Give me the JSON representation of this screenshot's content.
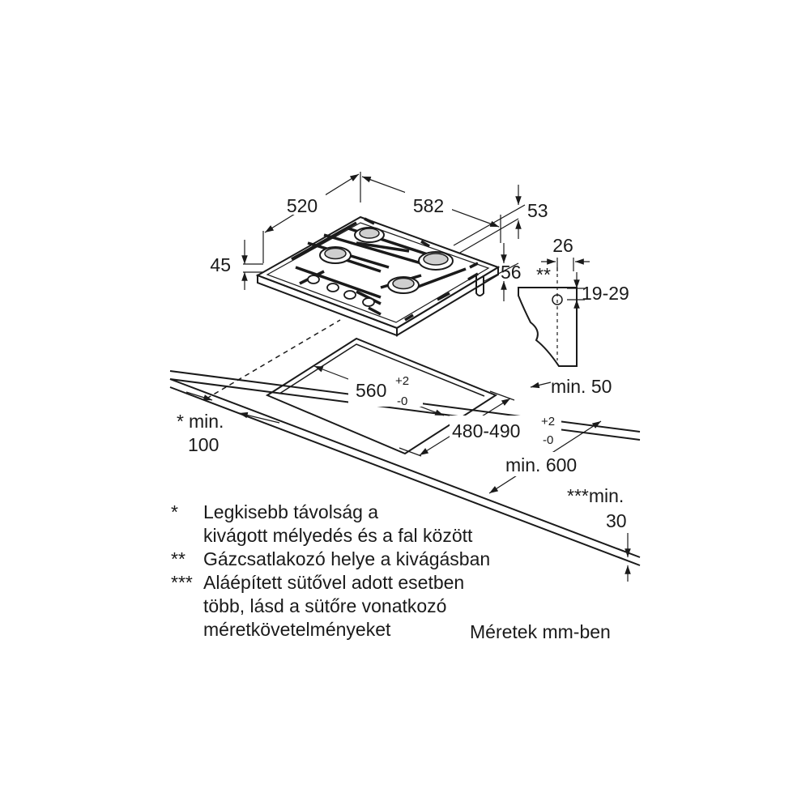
{
  "dimensions": {
    "width": "520",
    "length": "582",
    "height_45": "45",
    "back_53": "53",
    "back_56": "56",
    "gas_26": "26",
    "gas_stars": "**",
    "gas_range": "19-29",
    "min_50": "min. 50",
    "min_100_prefix": "*",
    "min_100_line1": "min.",
    "min_100_line2": "100",
    "cutout_w_main": "560",
    "cutout_w_sup": "+2",
    "cutout_w_sub": "-0",
    "cutout_d_main": "480-490",
    "cutout_d_sup": "+2",
    "cutout_d_sub": "-0",
    "min_600": "min. 600",
    "min_30_line1": "***min.",
    "min_30_line2": "30"
  },
  "notes": [
    {
      "mark": "*",
      "line1": "Legkisebb távolság a",
      "line2": "kivágott mélyedés és a fal között"
    },
    {
      "mark": "**",
      "line1": "Gázcsatlakozó helye a kivágásban"
    },
    {
      "mark": "***",
      "line1": "Aláépített sütővel adott esetben",
      "line2": "több, lásd a sütőre vonatkozó",
      "line3": "méretkövetelményeket"
    }
  ],
  "units_note": "Méretek mm-ben"
}
